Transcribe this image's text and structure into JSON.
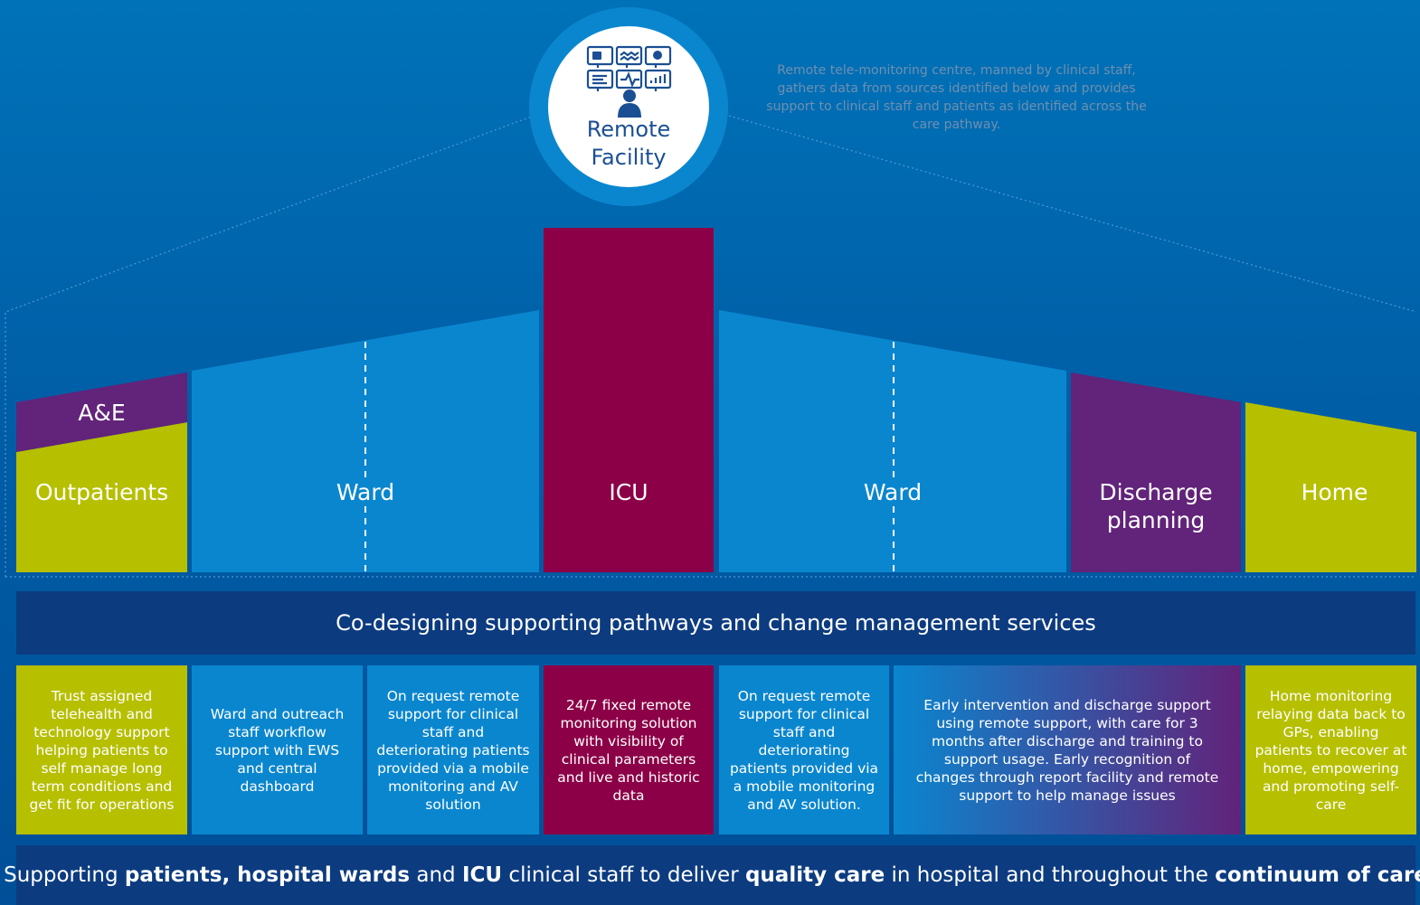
{
  "remote_facility": {
    "label_line1": "Remote",
    "label_line2": "Facility",
    "description": "Remote tele-monitoring centre, manned by clinical staff, gathers data from sources identified below and provides support to clinical staff and patients as identified across the care pathway."
  },
  "stages": {
    "ae": "A&E",
    "outpatients": "Outpatients",
    "ward_left": "Ward",
    "icu": "ICU",
    "ward_right": "Ward",
    "discharge_line1": "Discharge",
    "discharge_line2": "planning",
    "home": "Home"
  },
  "codesign_bar": "Co-designing supporting pathways and change management services",
  "descriptions": {
    "outpatients": "Trust assigned telehealth and technology support helping patients to self manage long term conditions and get fit for operations",
    "ward_left": "Ward and outreach staff workflow support with EWS and central dashboard",
    "ward_left_request": "On request remote support for clinical staff and deteriorating patients provided via a mobile monitoring and AV solution",
    "icu": "24/7 fixed remote monitoring solution with visibility of clinical parameters and live and historic data",
    "ward_right_request": "On request remote support for clinical staff and deteriorating patients provided via a mobile monitoring and AV solution.",
    "discharge": "Early intervention and discharge support using remote support, with care for 3 months after discharge and training to support usage. Early recognition of changes through report facility and remote support to help manage issues",
    "home": "Home monitoring relaying data back to GPs, enabling patients to recover at home, empowering and promoting self-care"
  },
  "footer": {
    "t1": "Supporting ",
    "b1": "patients, hospital wards",
    "t2": " and ",
    "b2": "ICU",
    "t3": " clinical staff to deliver ",
    "b3": "quality care",
    "t4": " in hospital and throughout the ",
    "b4": "continuum of care"
  },
  "colors": {
    "lime": "#b6bf00",
    "purple": "#62237a",
    "light_blue": "#0a86cf",
    "icu": "#8c0047",
    "navy": "#0c3b80"
  }
}
